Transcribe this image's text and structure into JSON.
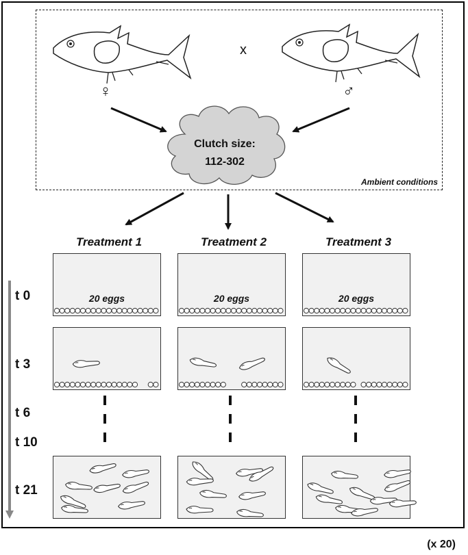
{
  "cross_symbol": "x",
  "female_symbol": "♀",
  "male_symbol": "♂",
  "clutch": {
    "line1": "Clutch size:",
    "line2": "112-302"
  },
  "ambient_label": "Ambient conditions",
  "treatments": [
    {
      "label": "Treatment 1",
      "eggs_label": "20 eggs"
    },
    {
      "label": "Treatment 2",
      "eggs_label": "20 eggs"
    },
    {
      "label": "Treatment 3",
      "eggs_label": "20 eggs"
    }
  ],
  "time_labels": [
    "t 0",
    "t 3",
    "t 6",
    "t 10",
    "t 21"
  ],
  "multiplier": "(x 20)",
  "colors": {
    "tank_fill": "#f1f1f1",
    "cloud_fill": "#d4d4d4",
    "timeline_arrow": "#888888"
  }
}
